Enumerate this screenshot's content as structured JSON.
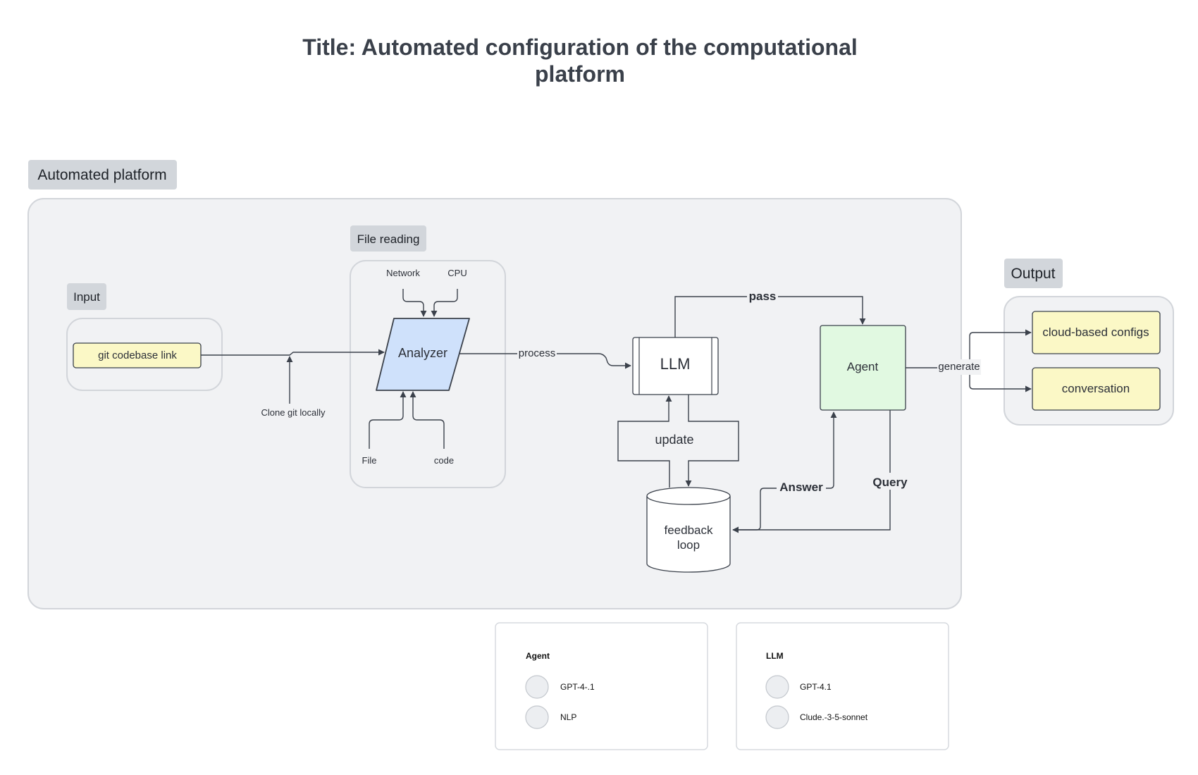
{
  "title": {
    "line1": "Title: Automated configuration of the computational",
    "line2": "platform"
  },
  "groups": {
    "automated_platform": "Automated platform",
    "input": "Input",
    "file_reading": "File reading",
    "output": "Output"
  },
  "nodes": {
    "git_link": "git codebase link",
    "analyzer": "Analyzer",
    "llm": "LLM",
    "agent": "Agent",
    "feedback_line1": "feedback",
    "feedback_line2": "loop",
    "cloud_configs": "cloud-based configs",
    "conversation": "conversation"
  },
  "labels": {
    "network": "Network",
    "cpu": "CPU",
    "file": "File",
    "code": "code",
    "clone": "Clone git locally"
  },
  "edges": {
    "process": "process",
    "pass": "pass",
    "update": "update",
    "answer": "Answer",
    "query": "Query",
    "generate": "generate"
  },
  "legends": {
    "agent": {
      "title": "Agent",
      "items": [
        "GPT-4-.1",
        "NLP"
      ]
    },
    "llm": {
      "title": "LLM",
      "items": [
        "GPT-4.1",
        "Clude.-3-5-sonnet"
      ]
    }
  },
  "colors": {
    "platform_bg": "#f1f2f4",
    "group_label_bg": "#d2d6db",
    "note_yellow": "#fbf8c6",
    "analyzer_blue": "#cfe1fb",
    "agent_green": "#e1f9e1",
    "line": "#3b414b"
  }
}
